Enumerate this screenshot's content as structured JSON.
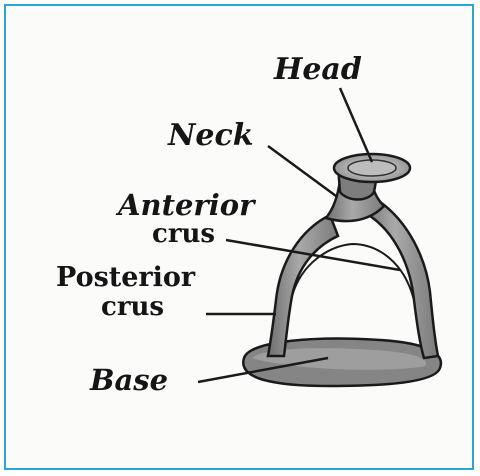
{
  "labels": {
    "head": "Head",
    "neck": "Neck",
    "anterior_line1": "Anterior",
    "anterior_line2": "crus",
    "posterior_line1": "Posterior",
    "posterior_line2": "crus",
    "base": "Base"
  },
  "colors": {
    "frame_border": "#2aa6d6",
    "bone_shade": "#8f8f8f",
    "ink": "#151515"
  }
}
